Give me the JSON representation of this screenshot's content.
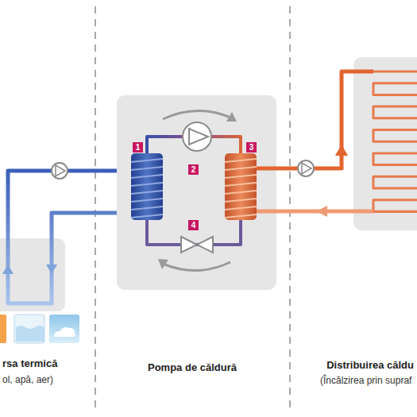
{
  "diagram": {
    "labels": [
      "1",
      "2",
      "3",
      "4",
      "rsa termică",
      "ol, apă, aer)",
      "Pompa de căldură",
      "Distribuirea căldu",
      "(Încălzirea prin supraf"
    ]
  }
}
